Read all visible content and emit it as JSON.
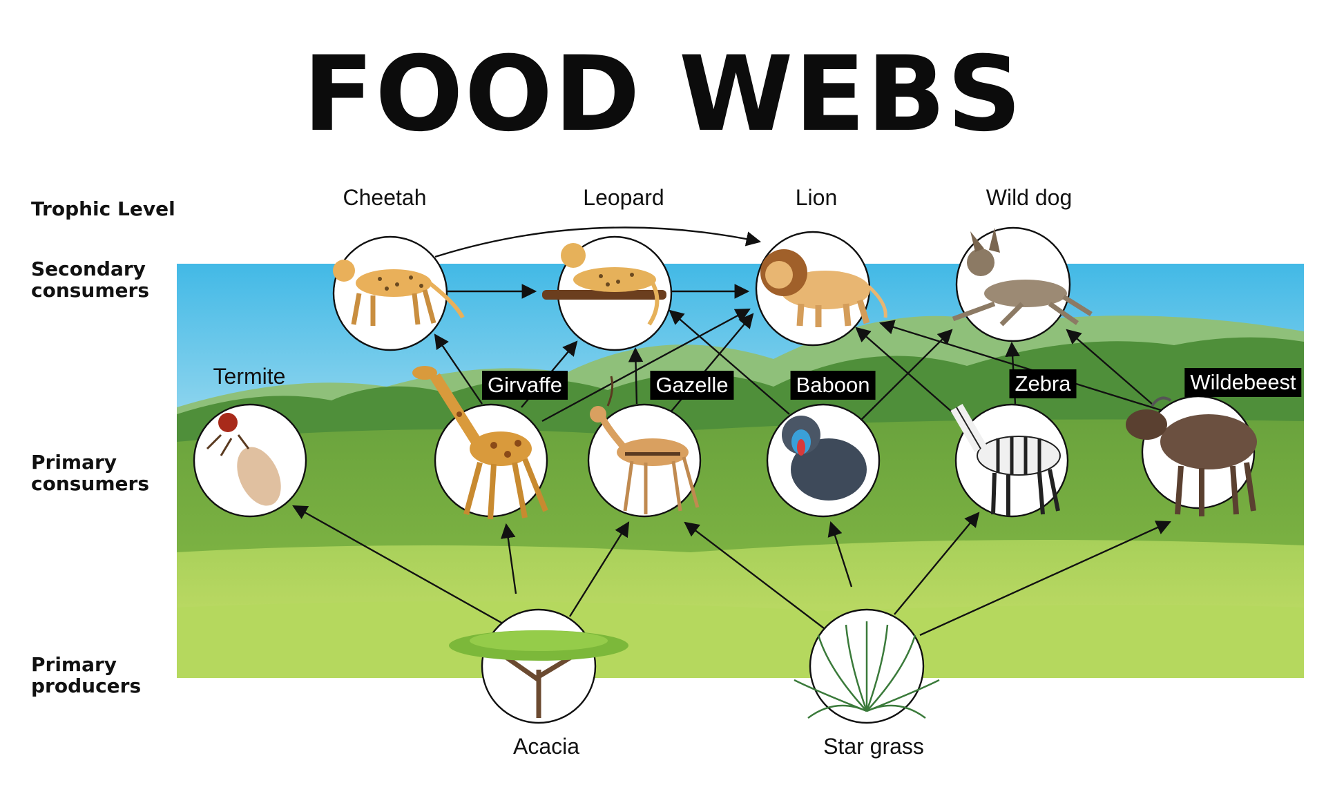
{
  "title": "FOOD WEBS",
  "levels": {
    "trophic": "Trophic Level",
    "secondary": [
      "Secondary",
      "consumers"
    ],
    "primary": [
      "Primary",
      "consumers"
    ],
    "producers": [
      "Primary",
      "producers"
    ]
  },
  "organisms": {
    "cheetah": "Cheetah",
    "leopard": "Leopard",
    "lion": "Lion",
    "wild_dog": "Wild dog",
    "termite": "Termite",
    "giraffe": "Girvaffe",
    "gazelle": "Gazelle",
    "baboon": "Baboon",
    "zebra": "Zebra",
    "wildebeest": "Wildebeest",
    "acacia": "Acacia",
    "star_grass": "Star grass"
  },
  "colors": {
    "sky": "#5bc6e8",
    "hills": "#7fb26a",
    "bush": "#4f8f3a",
    "grass": "#8cbf47",
    "arrow": "#111111"
  }
}
